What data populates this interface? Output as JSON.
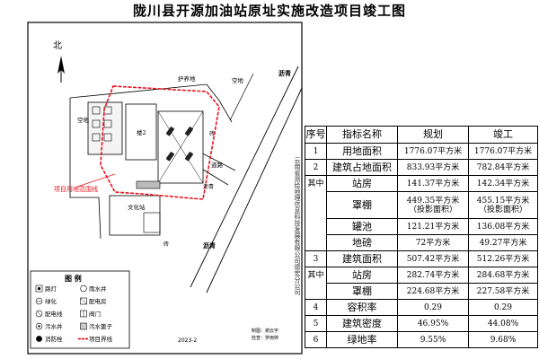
{
  "title": "陇川县开源加油站原址实施改造项目竣工图",
  "map": {
    "north": "北",
    "labels": {
      "greenbelt": "护养地",
      "vacant_left": "空地",
      "vacant_right": "空地",
      "building2": "楼2",
      "cultural_center": "文化站",
      "canopy_mark": "砖",
      "road": "道路",
      "asphalt_top": "沥青",
      "asphalt_mid": "沥青",
      "asphalt_bottom": "沥青",
      "road_mark": "砖",
      "boundary_label": "项目用地范围线"
    },
    "legend_title": "图  例",
    "legend": [
      {
        "icon": "light-icon",
        "label": "路灯"
      },
      {
        "icon": "rain-well-icon",
        "label": "雨水井"
      },
      {
        "icon": "green-icon",
        "label": "绿化"
      },
      {
        "icon": "power-room-icon",
        "label": "配电房"
      },
      {
        "icon": "power-line-icon",
        "label": "配电线"
      },
      {
        "icon": "valve-icon",
        "label": "阀门"
      },
      {
        "icon": "sewage-well-icon",
        "label": "污水井"
      },
      {
        "icon": "sewer-grate-icon",
        "label": "污水篦子"
      },
      {
        "icon": "hydrant-icon",
        "label": "消防栓"
      },
      {
        "icon": "boundary-line-icon",
        "label": "项目界线"
      }
    ],
    "date": "2023-2",
    "signatures": {
      "draw": "制图：谢云宇",
      "check": "检查：罗雨婷"
    },
    "vertical_org": "云南省测绘地理信息科技发展有限公司德宏分公司"
  },
  "table": {
    "headers": [
      "序号",
      "指标名称",
      "规划",
      "竣工"
    ],
    "rows": [
      {
        "no": "1",
        "name": "用地面积",
        "plan": "1776.07平方米",
        "done": "1776.07平方米"
      },
      {
        "no": "2",
        "name": "建筑占地面积",
        "plan": "833.93平方米",
        "done": "782.84平方米"
      },
      {
        "no": "其中",
        "name": "站房",
        "plan": "141.37平方米",
        "done": "142.34平方米"
      },
      {
        "no": "",
        "name": "罩棚",
        "plan": "449.35平方米",
        "plan2": "（投影面积）",
        "done": "455.15平方米",
        "done2": "（投影面积）"
      },
      {
        "no": "",
        "name": "罐池",
        "plan": "121.21平方米",
        "done": "136.08平方米"
      },
      {
        "no": "",
        "name": "地磅",
        "plan": "72平方米",
        "done": "49.27平方米"
      },
      {
        "no": "3",
        "name": "建筑面积",
        "plan": "507.42平方米",
        "done": "512.26平方米"
      },
      {
        "no": "其中",
        "name": "站房",
        "plan": "282.74平方米",
        "done": "284.68平方米"
      },
      {
        "no": "",
        "name": "罩棚",
        "plan": "224.68平方米",
        "done": "227.58平方米"
      },
      {
        "no": "4",
        "name": "容积率",
        "plan": "0.29",
        "done": "0.29"
      },
      {
        "no": "5",
        "name": "建筑密度",
        "plan": "46.95%",
        "done": "44.08%"
      },
      {
        "no": "6",
        "name": "绿地率",
        "plan": "9.55%",
        "done": "9.68%"
      }
    ]
  },
  "colors": {
    "boundary": "#e8141f",
    "line": "#000000",
    "fill_light": "#cfcfcf"
  }
}
